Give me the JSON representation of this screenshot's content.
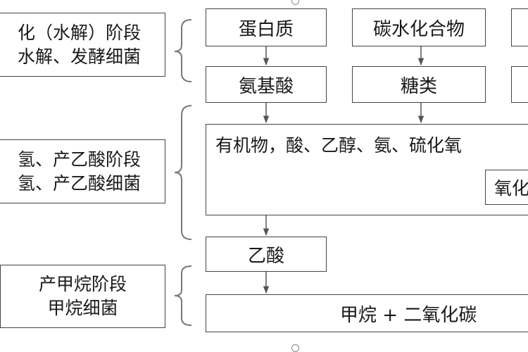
{
  "stages": {
    "hydrolysis": {
      "line1": "化（水解）阶段",
      "line2": "水解、发酵细菌"
    },
    "acetogenesis": {
      "line1": "氢、产乙酸阶段",
      "line2": "氢、产乙酸细菌"
    },
    "methanogenesis": {
      "line1": "产甲烷阶段",
      "line2": "甲烷细菌"
    }
  },
  "nodes": {
    "protein": "蛋白质",
    "carbohydrate": "碳水化合物",
    "amino_acid": "氨基酸",
    "sugar": "糖类",
    "intermediates": "有机物，酸、乙醇、氨、硫化氧",
    "inner_partial": "氧化",
    "acetic_acid": "乙酸",
    "products": "甲烷 + 二氧化碳"
  },
  "colors": {
    "border": "#444444",
    "arrow": "#555555"
  }
}
